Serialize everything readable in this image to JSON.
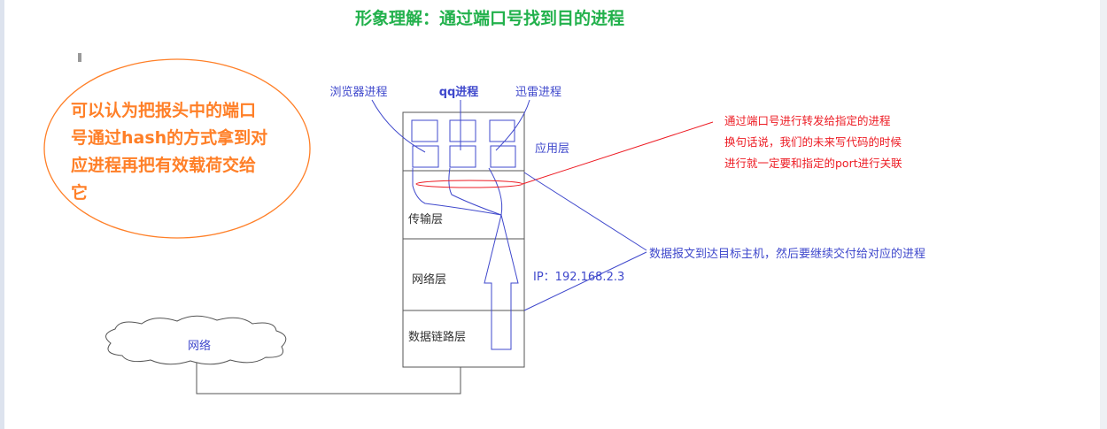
{
  "title": "形象理解：通过端口号找到目的进程",
  "bubble_lines": [
    "可以认为把报头中的端口",
    "号通过hash的方式拿到对",
    "应进程再把有效载荷交给",
    "它"
  ],
  "processes": [
    "浏览器进程",
    "qq进程",
    "迅雷进程"
  ],
  "layers": {
    "app": "应用层",
    "transport": "传输层",
    "network": "网络层",
    "datalink": "数据链路层"
  },
  "ip_label": "IP：192.168.2.3",
  "red_note": [
    "通过端口号进行转发给指定的进程",
    "换句话说，我们的未来写代码的时候",
    "进行就一定要和指定的port进行关联"
  ],
  "blue_note": "数据报文到达目标主机，然后要继续交付给对应的进程",
  "cloud_label": "网络",
  "colors": {
    "title": "#22b14c",
    "orange": "#ff7f27",
    "blue": "#3f48cc",
    "red": "#ed1c24"
  }
}
